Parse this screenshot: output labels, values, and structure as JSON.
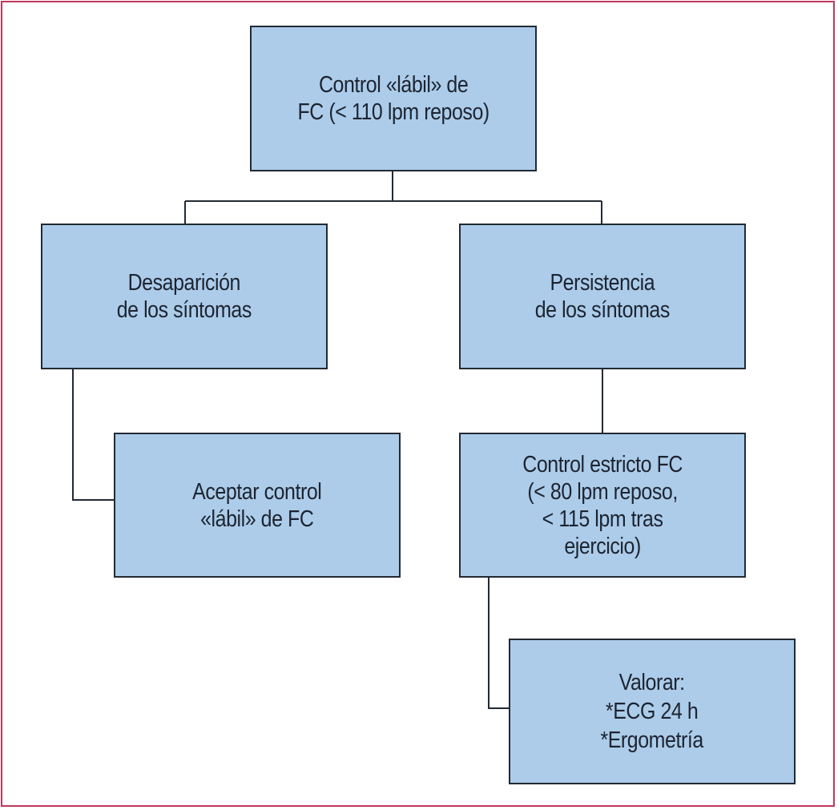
{
  "diagram": {
    "type": "flowchart",
    "nodes": [
      {
        "id": "root",
        "text": "Control «lábil» de\nFC (< 110 lpm reposo)"
      },
      {
        "id": "left",
        "text": "Desaparición\nde los síntomas"
      },
      {
        "id": "right",
        "text": "Persistencia\nde los síntomas"
      },
      {
        "id": "accept",
        "text": "Aceptar control\n«lábil» de FC"
      },
      {
        "id": "strict",
        "text": "Control estricto FC\n(< 80 lpm reposo,\n< 115 lpm tras\nejercicio)"
      },
      {
        "id": "assess",
        "text": "Valorar:\n*ECG 24 h\n*Ergometría"
      }
    ],
    "edges": [
      {
        "from": "root",
        "to": "left"
      },
      {
        "from": "root",
        "to": "right"
      },
      {
        "from": "left",
        "to": "accept"
      },
      {
        "from": "right",
        "to": "strict"
      },
      {
        "from": "strict",
        "to": "assess"
      }
    ],
    "colors": {
      "box_fill": "#acccea",
      "box_border": "#222a33",
      "frame_border": "#c0395a",
      "text": "#1d2430"
    }
  }
}
